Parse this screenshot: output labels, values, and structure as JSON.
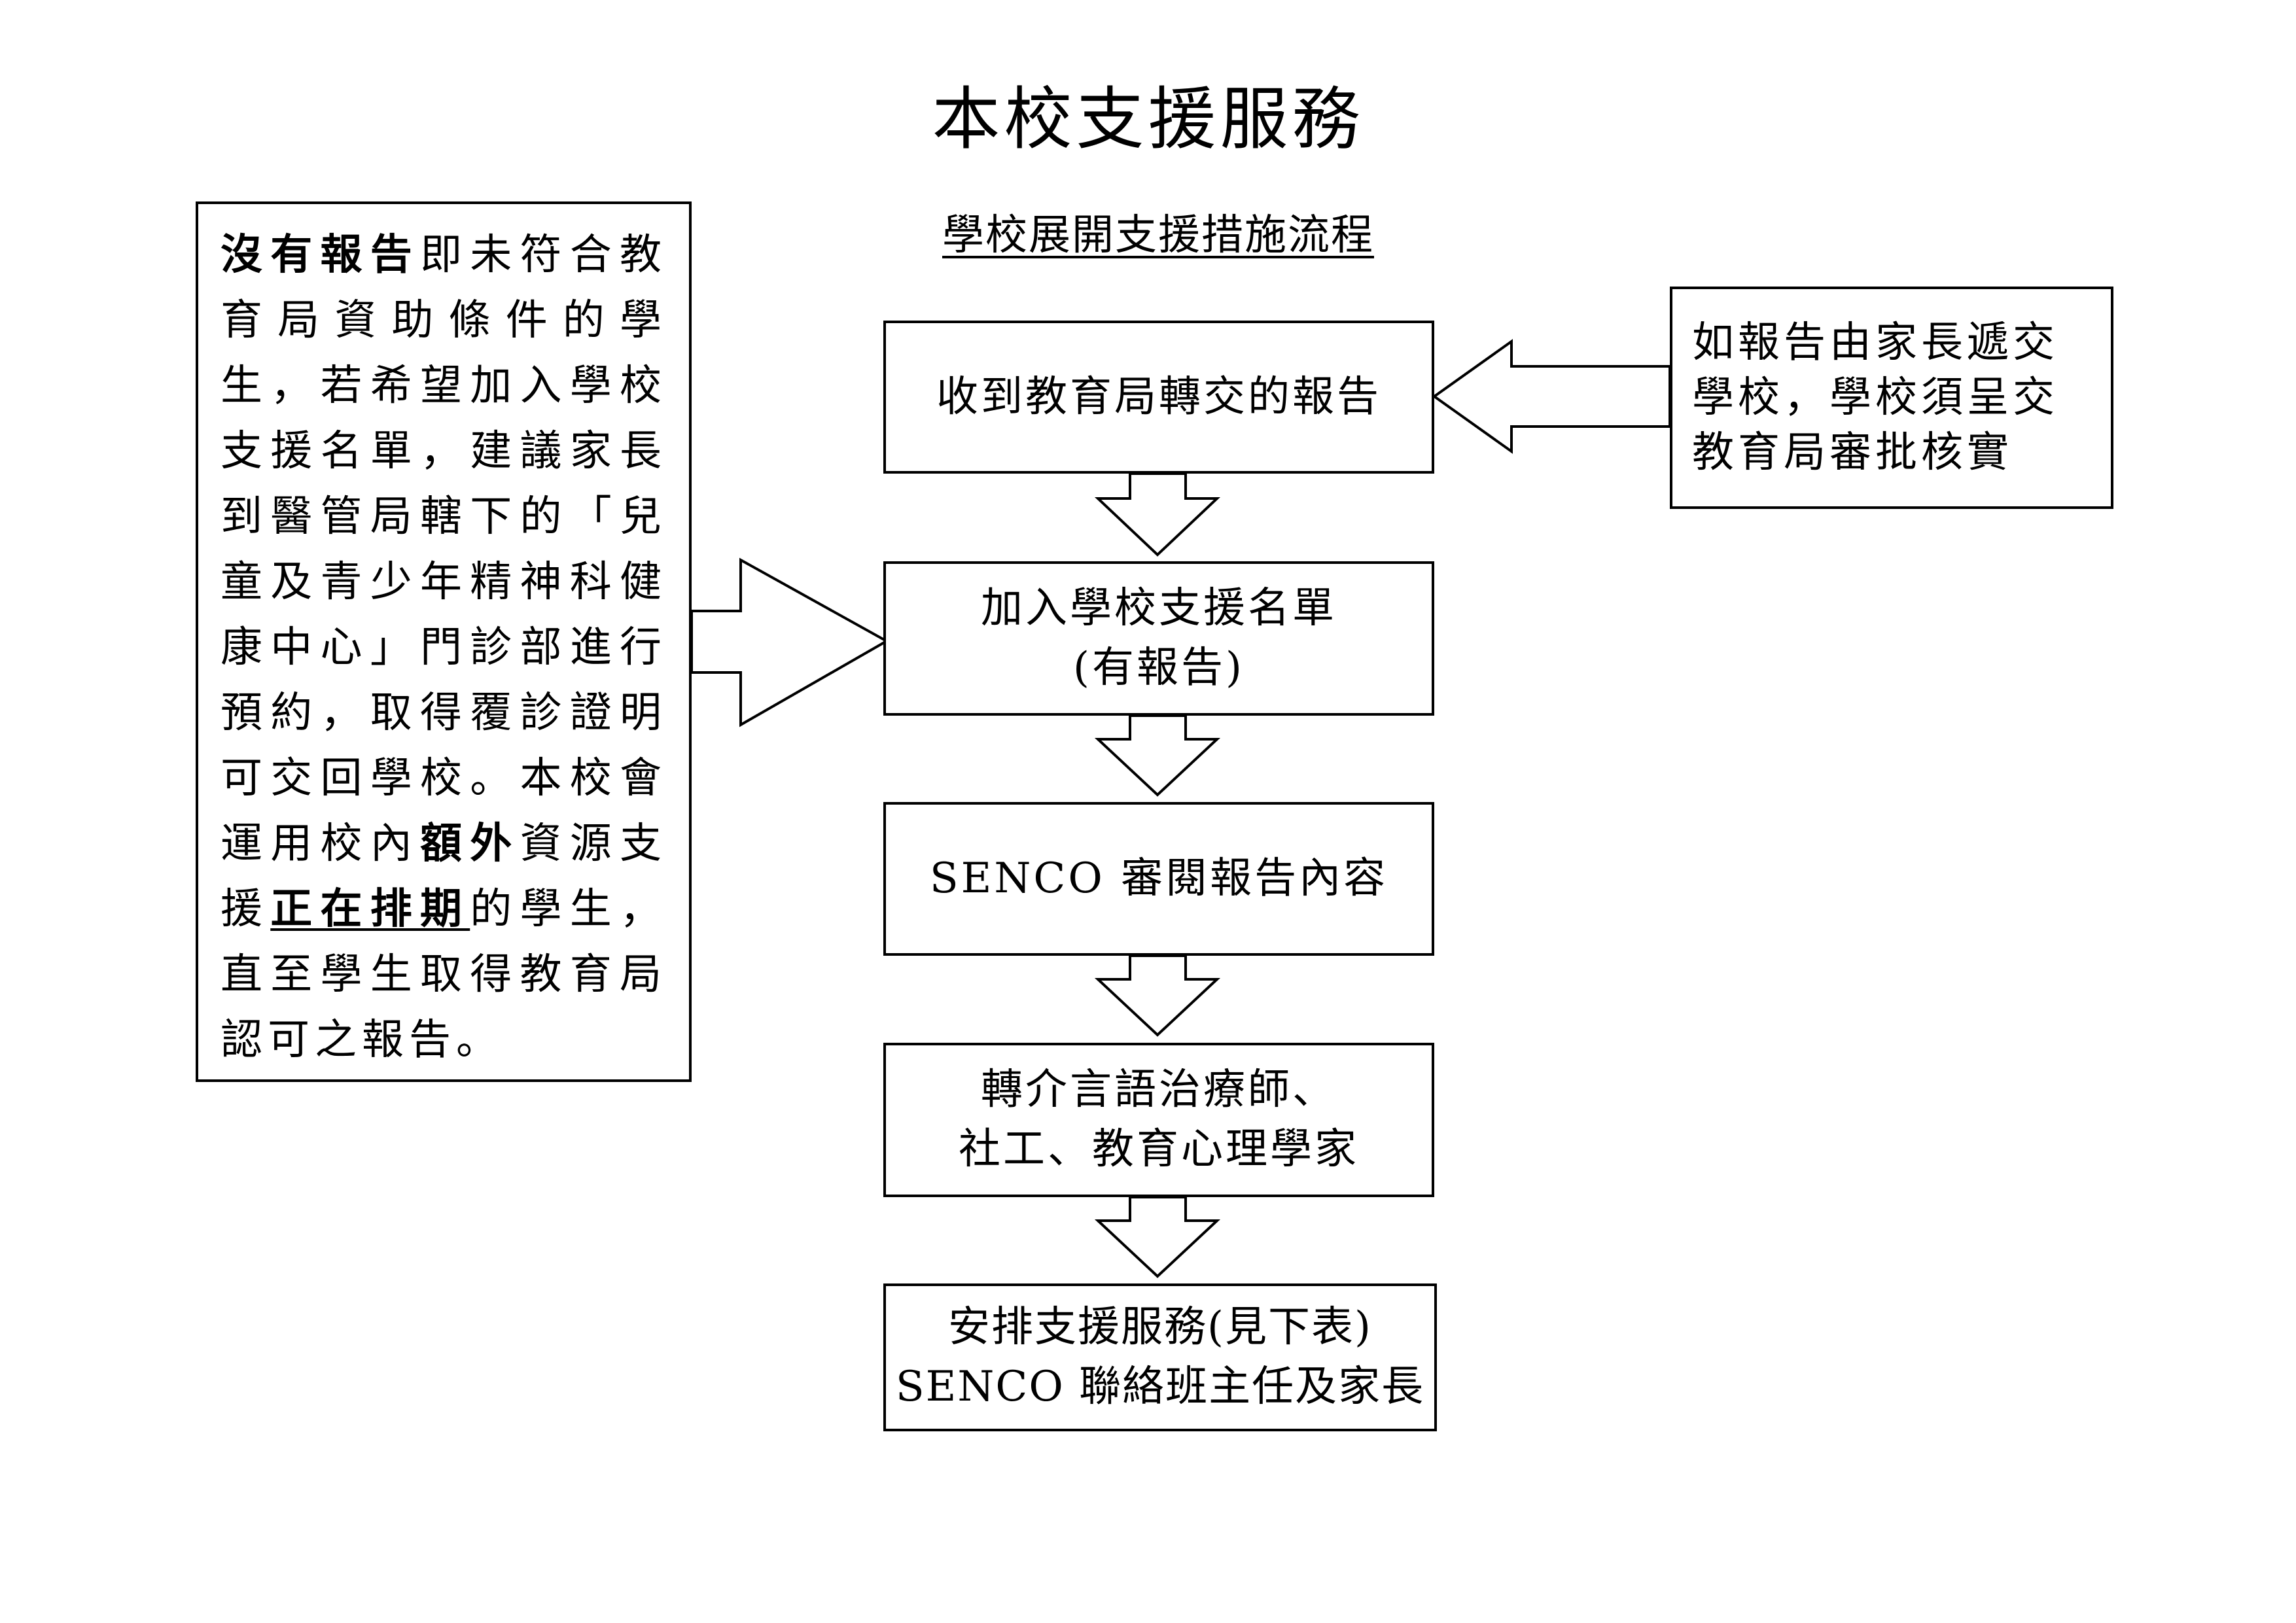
{
  "title": "本校支援服務",
  "subtitle": "學校展開支援措施流程",
  "flow": [
    {
      "lines": [
        "收到教育局轉交的報告"
      ]
    },
    {
      "lines": [
        "加入學校支援名單",
        "(有報告)"
      ]
    },
    {
      "lines": [
        "SENCO 審閱報告內容"
      ]
    },
    {
      "lines": [
        "轉介言語治療師、",
        "社工、教育心理學家"
      ]
    },
    {
      "lines": [
        "安排支援服務(見下表)",
        "SENCO 聯絡班主任及家長"
      ]
    }
  ],
  "left_note": {
    "part1_bold": "沒有報告",
    "part2": "即未符合教育局資助條件的學生，若希望加入學校支援名單，建議家長到醫管局轄下的「兒童及青少年精神科健康中心」門診部進行預約，取得覆診證明可交回學校。本校會運用校內",
    "part3_bold": "額外",
    "part4": "資源支援",
    "part5_bold_underline": "正在排期",
    "part6": "的學生，直至學生取得教育局認可之報告。"
  },
  "right_note": {
    "lines": [
      "如報告由家長遞交",
      "學校，學校須呈交",
      "教育局審批核實"
    ]
  }
}
